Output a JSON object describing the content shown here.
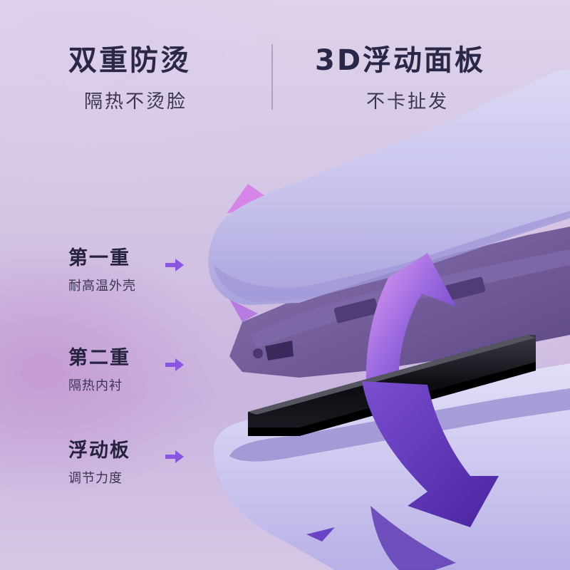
{
  "features": [
    {
      "title": "双重防烫",
      "subtitle": "隔热不烫脸"
    },
    {
      "title": "3D浮动面板",
      "subtitle": "不卡扯发"
    }
  ],
  "layers": [
    {
      "title": "第一重",
      "desc": "耐高温外壳"
    },
    {
      "title": "第二重",
      "desc": "隔热内衬"
    },
    {
      "title": "浮动板",
      "desc": "调节力度"
    }
  ],
  "colors": {
    "title_text": "#2b2748",
    "shell": "#c8c4ec",
    "lining": "#6c5796",
    "arrow_purple": "#6b3fc0",
    "arrow_pink": "#d98ae8",
    "pointer": "#8a55e0"
  }
}
